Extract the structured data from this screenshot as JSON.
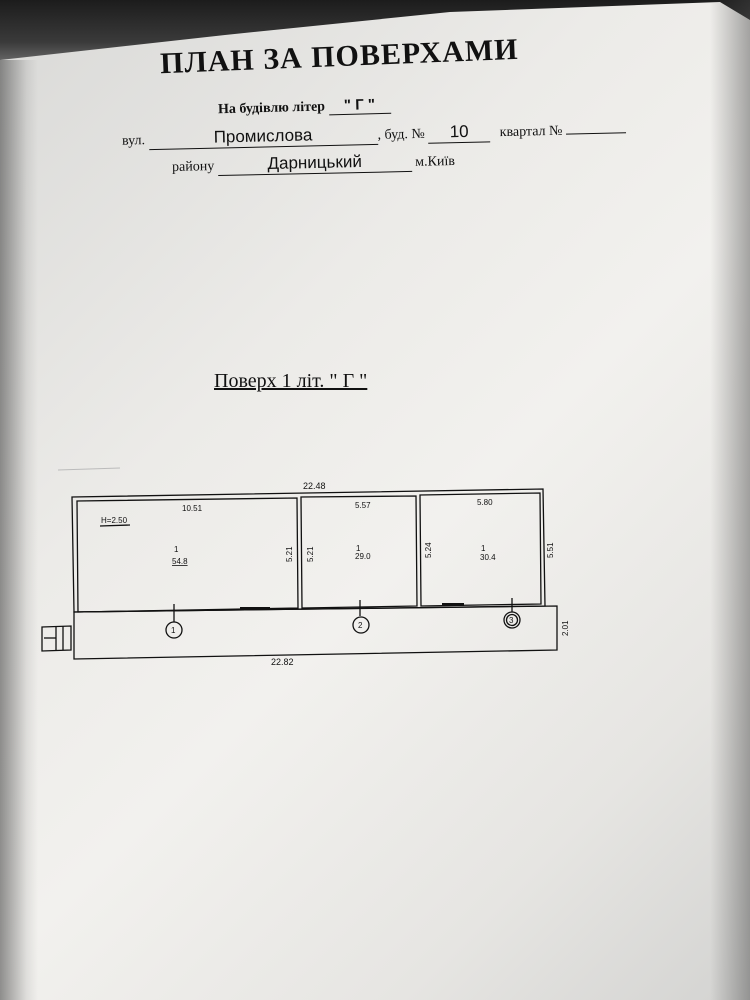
{
  "header": {
    "title": "ПЛАН ЗА ПОВЕРХАМИ",
    "litera_label": "На будівлю літер",
    "litera_value": "\" Г \"",
    "street_label": "вул.",
    "street_value": "Промислова",
    "building_label": ", буд. №",
    "building_value": "10",
    "quarter_label": "квартал №",
    "quarter_value": "",
    "district_label": "району",
    "district_value": "Дарницький",
    "city": "м.Київ"
  },
  "floor": {
    "title": "Поверх  1  літ. \" Г \""
  },
  "plan": {
    "dims": {
      "top_total": "22.48",
      "bottom_total": "22.82",
      "room1_width": "10.51",
      "room2_width": "5.57",
      "room3_width": "5.80",
      "room1_depth_right": "5.21",
      "room2_depth_left": "5.21",
      "room3_depth_left": "5.24",
      "right_depth": "5.51",
      "annex_depth": "2.01"
    },
    "height_label": "H=2.50",
    "rooms": [
      {
        "index": "1",
        "area": "54.8"
      },
      {
        "index": "1",
        "area": "29.0"
      },
      {
        "index": "1",
        "area": "30.4"
      }
    ],
    "entrances": [
      "1",
      "2",
      "3"
    ]
  }
}
